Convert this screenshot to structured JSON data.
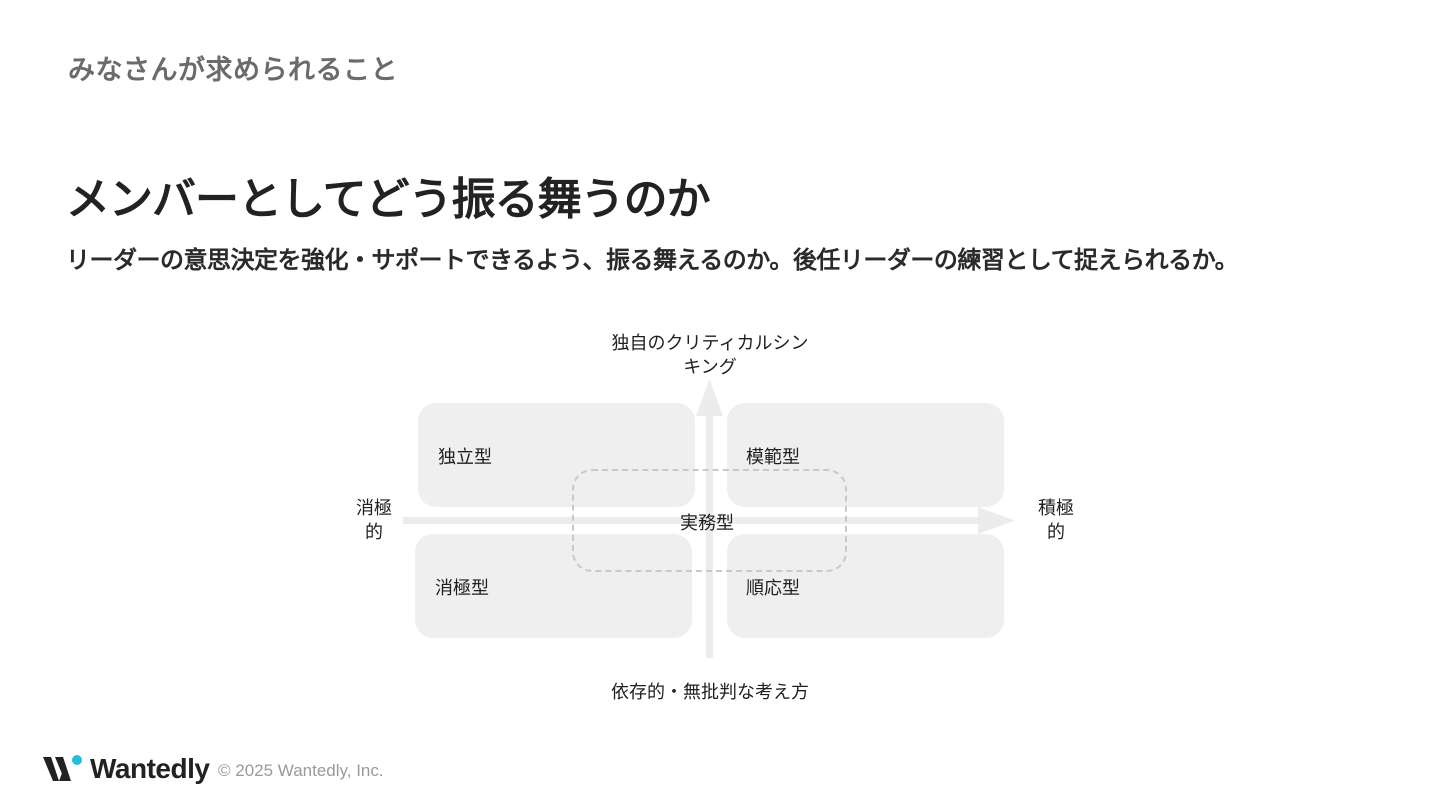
{
  "header": {
    "section_label": "みなさんが求められること",
    "title": "メンバーとしてどう振る舞うのか",
    "subtitle": "リーダーの意思決定を強化・サポートできるよう、振る舞えるのか。後任リーダーの練習として捉えられるか。"
  },
  "diagram": {
    "axis_top_line1": "独自のクリティカルシン",
    "axis_top_line2": "キング",
    "axis_bottom": "依存的・無批判な考え方",
    "axis_left_line1": "消極",
    "axis_left_line2": "的",
    "axis_right_line1": "積極",
    "axis_right_line2": "的",
    "quadrants": {
      "top_left": "独立型",
      "top_right": "模範型",
      "bottom_left": "消極型",
      "bottom_right": "順応型",
      "center": "実務型"
    },
    "colors": {
      "quadrant_fill": "#efefef",
      "axis": "#ececec",
      "dashed_border": "#c9c9c9"
    }
  },
  "footer": {
    "brand": "Wantedly",
    "copyright": "© 2025 Wantedly, Inc.",
    "logo_icon": "wantedly-logo-icon",
    "logo_accent": "#21bddb"
  }
}
